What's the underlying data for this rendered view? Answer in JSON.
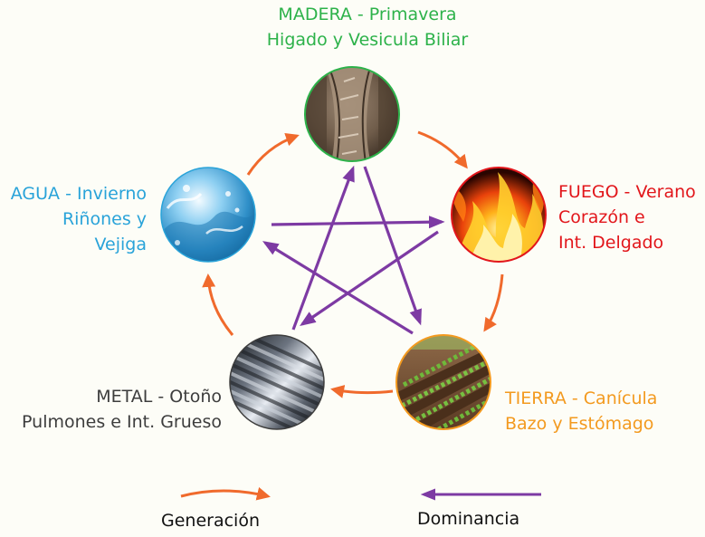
{
  "colors": {
    "generation": "#f06a2c",
    "dominance": "#7d3aa3",
    "madera": "#2db24a",
    "fuego": "#e2161b",
    "tierra": "#f39a1f",
    "metal": "#3d3d3d",
    "agua": "#29a3d9"
  },
  "elements": {
    "madera": {
      "line1": "MADERA - Primavera",
      "line2": "Higado y Vesicula Biliar",
      "icon": "wood-bark-icon"
    },
    "fuego": {
      "line1": "FUEGO - Verano",
      "line2": "Corazón e",
      "line3": "Int. Delgado",
      "icon": "fire-icon"
    },
    "tierra": {
      "line1": "TIERRA - Canícula",
      "line2": "Bazo y Estómago",
      "icon": "soil-crops-icon"
    },
    "metal": {
      "line1": "METAL - Otoño",
      "line2": "Pulmones e Int. Grueso",
      "icon": "metal-tubes-icon"
    },
    "agua": {
      "line1": "AGUA - Invierno",
      "line2": "Riñones y",
      "line3": "Vejiga",
      "icon": "water-splash-icon"
    }
  },
  "legend": {
    "generation_label": "Generación",
    "dominance_label": "Dominancia"
  }
}
